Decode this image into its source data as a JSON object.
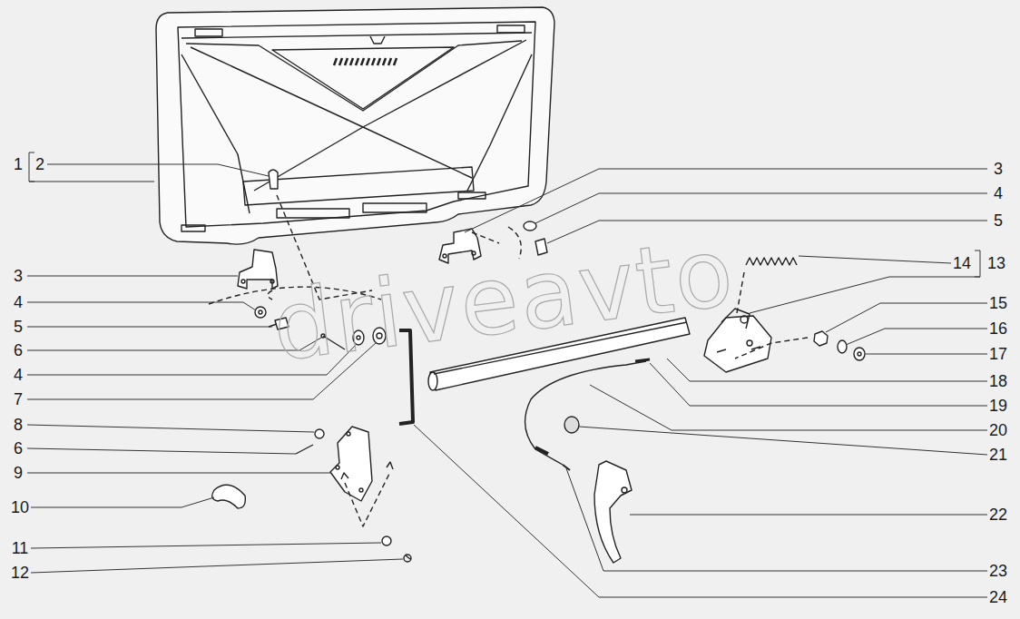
{
  "diagram": {
    "labels": [
      "1",
      "2",
      "3",
      "4",
      "5",
      "6",
      "4",
      "7",
      "8",
      "6",
      "9",
      "10",
      "11",
      "12",
      "3",
      "4",
      "5",
      "14",
      "13",
      "15",
      "16",
      "17",
      "18",
      "19",
      "20",
      "21",
      "22",
      "23",
      "24",
      "driveavto"
    ]
  }
}
